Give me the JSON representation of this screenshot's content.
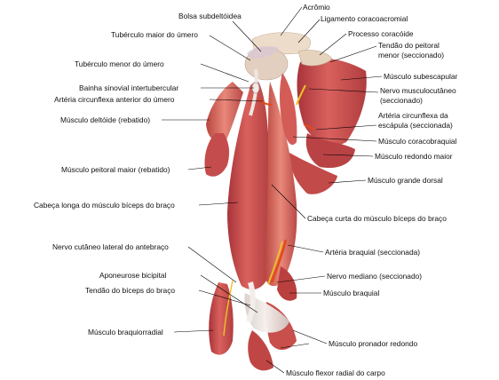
{
  "labels": {
    "acromio": "Acrômio",
    "bolsa_subdeltoidea": "Bolsa subdeltóidea",
    "ligamento_coracoacromial": "Ligamento coracoacromial",
    "tuberculo_maior": "Tubérculo maior do úmero",
    "processo_coracoide": "Processo coracóide",
    "tendao_peitoral_menor_1": "Tendão do peitoral",
    "tendao_peitoral_menor_2": "menor (seccionado)",
    "tuberculo_menor": "Tubérculo menor do úmero",
    "musculo_subescapular": "Músculo subescapular",
    "bainha_sinovial": "Bainha sinovial intertubercular",
    "nervo_musculocutaneo_1": "Nervo musculocutâneo",
    "nervo_musculocutaneo_2": "(seccionado)",
    "arteria_circunflexa_anterior": "Artéria circunflexa anterior do úmero",
    "musculo_deltoide": "Músculo deltóide (rebatido)",
    "arteria_circunflexa_escapula_1": "Artéria circunflexa da",
    "arteria_circunflexa_escapula_2": "escápula (seccionada)",
    "musculo_coracobraquial": "Músculo coracobraquial",
    "musculo_redondo_maior": "Músculo redondo maior",
    "musculo_peitoral_maior": "Músculo peitoral maior (rebatido)",
    "musculo_grande_dorsal": "Músculo grande dorsal",
    "cabeca_longa_biceps": "Cabeça longa do músculo bíceps do braço",
    "cabeca_curta_biceps": "Cabeça curta do músculo bíceps do braço",
    "nervo_cutaneo_lateral": "Nervo cutâneo lateral do antebraço",
    "arteria_braquial": "Artéria braquial (seccionada)",
    "aponeurose_bicipital": "Aponeurose bicipital",
    "nervo_mediano": "Nervo mediano (seccionado)",
    "tendao_biceps": "Tendão do bíceps do braço",
    "musculo_braquial": "Músculo braquial",
    "musculo_braquiorradial": "Músculo braquiorradial",
    "musculo_pronador_redondo": "Músculo pronador redondo",
    "musculo_flexor_radial": "Músculo flexor radial do carpo"
  },
  "colors": {
    "muscle": "#c9494a",
    "muscle_light": "#e07c72",
    "muscle_dark": "#9e2d2f",
    "tendon": "#e9e3df",
    "bone": "#ead9c6",
    "artery": "#e24a1c",
    "nerve": "#f0c224",
    "leader_line": "#000000"
  }
}
